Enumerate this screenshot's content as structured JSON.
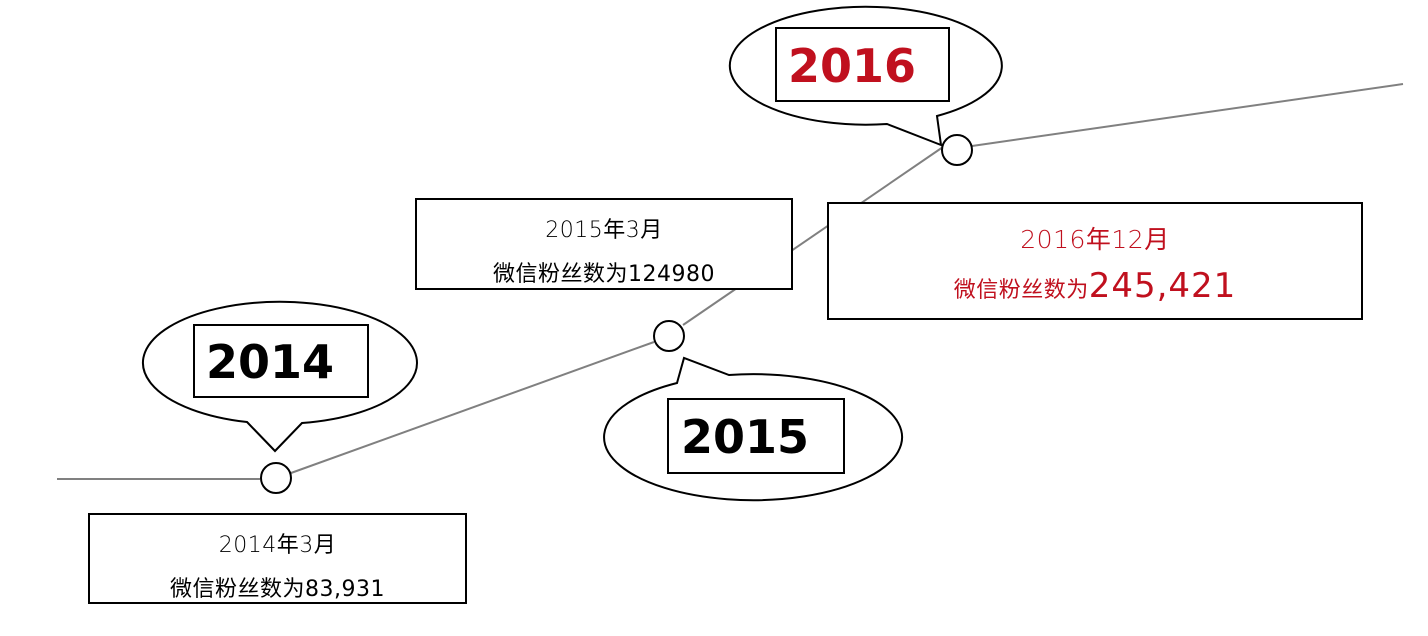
{
  "milestones": [
    {
      "year": "2014",
      "date": "2014年3月",
      "fans_prefix": "微信粉丝数为",
      "fans_value": "83,931",
      "color": "#000000"
    },
    {
      "year": "2015",
      "date": "2015年3月",
      "fans_prefix": "微信粉丝数为",
      "fans_value": "124980",
      "color": "#000000"
    },
    {
      "year": "2016",
      "date": "2016年12月",
      "fans_prefix": "微信粉丝数为",
      "fans_value": "245,421",
      "color": "#c0101e"
    }
  ],
  "colors": {
    "timeline": "#808080",
    "highlight": "#c0101e",
    "text": "#000000"
  }
}
